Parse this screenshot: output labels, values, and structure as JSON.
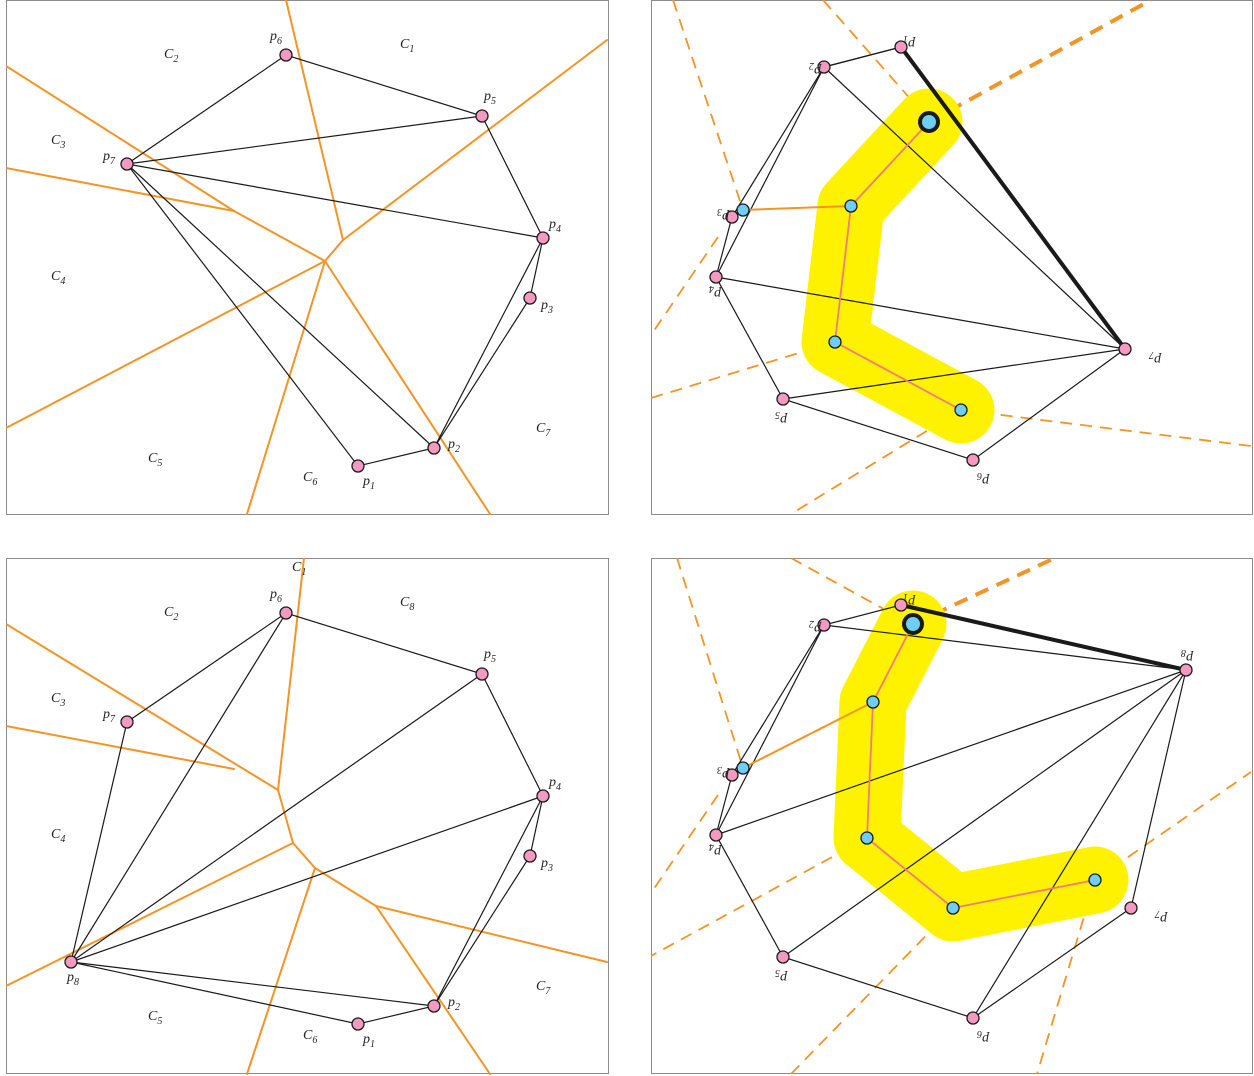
{
  "colors": {
    "site_fill": "#f49ac2",
    "voronoi_edge": "#f39426",
    "path_node_fill": "#6dcff6",
    "band_fill": "#fff200",
    "delaunay_edge": "#1a1a1a"
  },
  "panels": {
    "top_left": {
      "sites": {
        "p1": {
          "base": "p",
          "sub": "1"
        },
        "p2": {
          "base": "p",
          "sub": "2"
        },
        "p3": {
          "base": "p",
          "sub": "3"
        },
        "p4": {
          "base": "p",
          "sub": "4"
        },
        "p5": {
          "base": "p",
          "sub": "5"
        },
        "p6": {
          "base": "p",
          "sub": "6"
        },
        "p7": {
          "base": "p",
          "sub": "7"
        }
      },
      "cells": {
        "c1": {
          "base": "C",
          "sub": "1"
        },
        "c2": {
          "base": "C",
          "sub": "2"
        },
        "c3": {
          "base": "C",
          "sub": "3"
        },
        "c4": {
          "base": "C",
          "sub": "4"
        },
        "c5": {
          "base": "C",
          "sub": "5"
        },
        "c6": {
          "base": "C",
          "sub": "6"
        },
        "c7": {
          "base": "C",
          "sub": "7"
        }
      }
    },
    "top_right": {
      "sites": {
        "p1": {
          "base": "p",
          "sub": "1"
        },
        "p2": {
          "base": "p",
          "sub": "2"
        },
        "p3": {
          "base": "p",
          "sub": "3"
        },
        "p4": {
          "base": "p",
          "sub": "4"
        },
        "p5": {
          "base": "p",
          "sub": "5"
        },
        "p6": {
          "base": "p",
          "sub": "6"
        },
        "p7": {
          "base": "p",
          "sub": "7"
        }
      }
    },
    "bottom_left": {
      "sites": {
        "p1": {
          "base": "p",
          "sub": "1"
        },
        "p2": {
          "base": "p",
          "sub": "2"
        },
        "p3": {
          "base": "p",
          "sub": "3"
        },
        "p4": {
          "base": "p",
          "sub": "4"
        },
        "p5": {
          "base": "p",
          "sub": "5"
        },
        "p6": {
          "base": "p",
          "sub": "6"
        },
        "p7": {
          "base": "p",
          "sub": "7"
        },
        "p8": {
          "base": "p",
          "sub": "8"
        }
      },
      "cells": {
        "c1": {
          "base": "C",
          "sub": "1"
        },
        "c2": {
          "base": "C",
          "sub": "2"
        },
        "c3": {
          "base": "C",
          "sub": "3"
        },
        "c4": {
          "base": "C",
          "sub": "4"
        },
        "c5": {
          "base": "C",
          "sub": "5"
        },
        "c6": {
          "base": "C",
          "sub": "6"
        },
        "c7": {
          "base": "C",
          "sub": "7"
        },
        "c8": {
          "base": "C",
          "sub": "8"
        }
      }
    },
    "bottom_right": {
      "sites": {
        "p1": {
          "base": "p",
          "sub": "1"
        },
        "p2": {
          "base": "p",
          "sub": "2"
        },
        "p3": {
          "base": "p",
          "sub": "3"
        },
        "p4": {
          "base": "p",
          "sub": "4"
        },
        "p5": {
          "base": "p",
          "sub": "5"
        },
        "p6": {
          "base": "p",
          "sub": "6"
        },
        "p7": {
          "base": "p",
          "sub": "7"
        },
        "p8": {
          "base": "p",
          "sub": "8"
        }
      }
    }
  }
}
